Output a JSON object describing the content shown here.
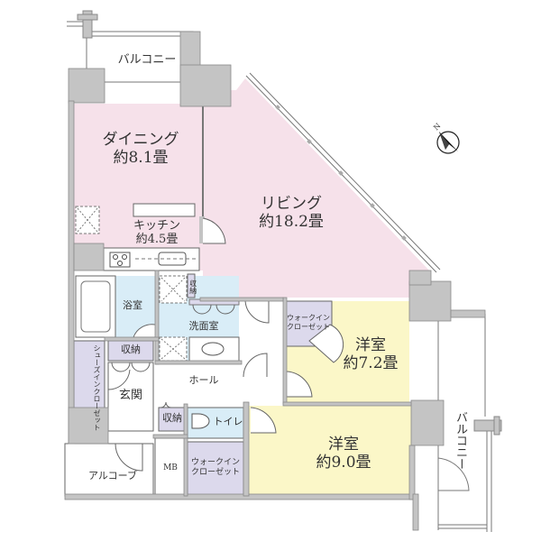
{
  "plan": {
    "colors": {
      "wall": "#c4c4c4",
      "wall_stroke": "#8a8a8a",
      "ldk": "#f6e1ea",
      "western": "#fbf7c8",
      "wet": "#d9edf7",
      "storage": "#dcd9ec",
      "plain": "#ffffff"
    },
    "rooms": {
      "balcony_top": {
        "label": "バルコニー"
      },
      "dining": {
        "label": "ダイニング",
        "size": "約8.1畳"
      },
      "living": {
        "label": "リビング",
        "size": "約18.2畳"
      },
      "kitchen": {
        "label": "キッチン",
        "size": "約4.5畳"
      },
      "bath": {
        "label": "浴室"
      },
      "washroom": {
        "label": "洗面室"
      },
      "kitchen_storage": {
        "label": "収納"
      },
      "entrance_storage": {
        "label": "収納"
      },
      "shoes_closet": {
        "label": "シューズインクローゼット"
      },
      "genkan": {
        "label": "玄関"
      },
      "hall": {
        "label": "ホール"
      },
      "hall_storage": {
        "label": "収納"
      },
      "toilet": {
        "label": "トイレ"
      },
      "wic1": {
        "label": "ウォークインクローゼット"
      },
      "wic2": {
        "label": "ウォークイン\nクローゼット"
      },
      "bedroom1": {
        "label": "洋室",
        "size": "約7.2畳"
      },
      "bedroom2": {
        "label": "洋室",
        "size": "約9.0畳"
      },
      "alcove": {
        "label": "アルコーブ"
      },
      "mb": {
        "label": "MB"
      },
      "balcony_right": {
        "label": "バルコニー"
      }
    },
    "compass": {
      "label": "N",
      "icon": "north-arrow-icon"
    }
  }
}
